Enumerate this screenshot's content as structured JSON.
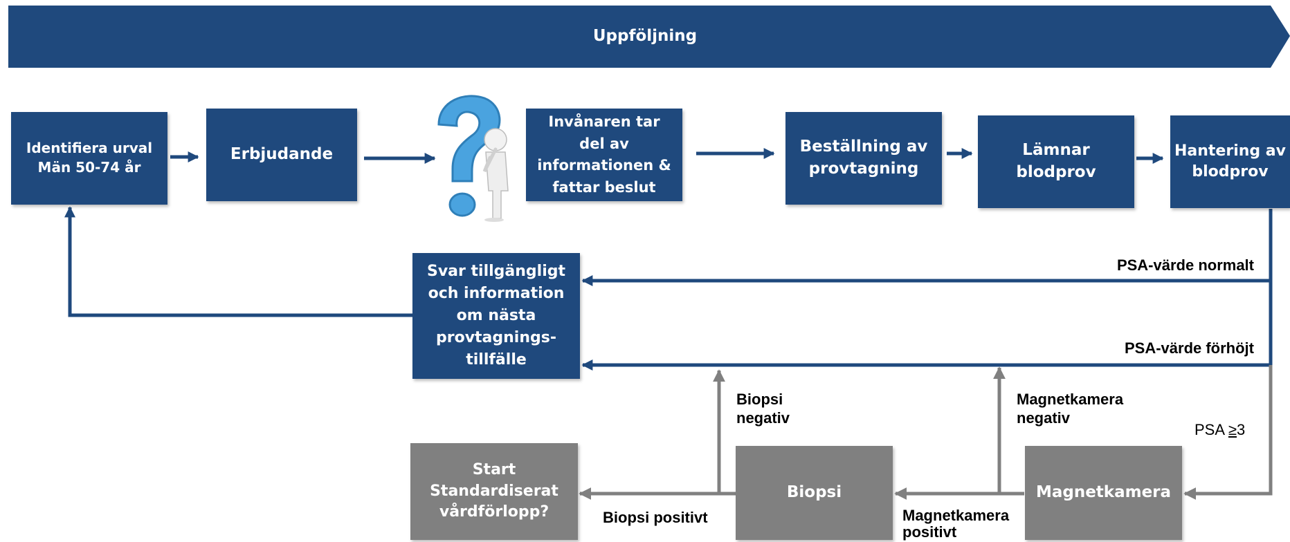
{
  "banner": {
    "title": "Uppföljning"
  },
  "boxes": {
    "identifiera": "Identifiera urval\nMän 50-74 år",
    "erbjudande": "Erbjudande",
    "invanaren": "Invånaren tar\ndel av\ninformationen &\nfattar beslut",
    "bestallning": "Beställning av\nprovtagning",
    "lamnar": "Lämnar\nblodprov",
    "hantering": "Hantering av\nblodprov",
    "svar": "Svar tillgängligt\noch information\nom nästa\nprovtagnings-\ntillfälle",
    "start": "Start\nStandardiserat\nvårdförlopp?",
    "biopsi": "Biopsi",
    "magnetkamera": "Magnetkamera"
  },
  "labels": {
    "psa_normalt": "PSA-värde normalt",
    "psa_forhojt": "PSA-värde förhöjt",
    "psa_threshold_prefix": "PSA ",
    "psa_threshold_sign": "≥",
    "psa_threshold_value": "3",
    "biopsi_negativ": "Biopsi\nnegativ",
    "magnetkamera_negativ": "Magnetkamera\nnegativ",
    "biopsi_positivt": "Biopsi positivt",
    "magnetkamera_positivt": "Magnetkamera\npositivt"
  },
  "colors": {
    "primary_blue": "#1f497d",
    "gray": "#808080",
    "question_mark": "#4aa3df"
  },
  "icons": {
    "decision": "thinking-figure-question-mark-icon"
  }
}
